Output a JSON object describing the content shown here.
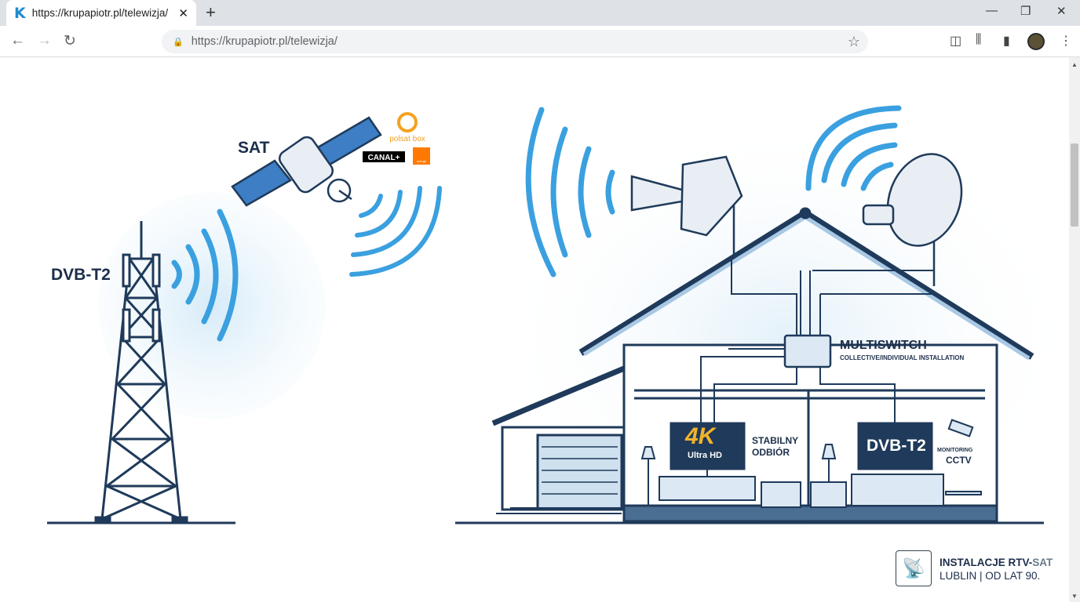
{
  "browser": {
    "tab_title": "https://krupapiotr.pl/telewizja/",
    "tab_favicon": "K",
    "url": "https://krupapiotr.pl/telewizja/",
    "icons": [
      "back-icon",
      "forward-icon",
      "reload-icon",
      "lock-icon",
      "star-icon",
      "pocket-icon",
      "library-icon",
      "sidebar-icon",
      "avatar",
      "menu-icon"
    ]
  },
  "illustration": {
    "dvbt2": "DVB-T2",
    "sat": "SAT",
    "logos": {
      "polsat": "polsat box",
      "canal": "CANAL+",
      "orange": "orange"
    },
    "multiswitch_title": "MULTISWITCH",
    "multiswitch_sub": "COLLECTIVE/INDIVIDUAL INSTALLATION",
    "tv_left_big": "4K",
    "tv_left_small": "Ultra HD",
    "stable_1": "STABILNY",
    "stable_2": "ODBIÓR",
    "tv_right": "DVB-T2",
    "monitoring": "MONITORING",
    "cctv": "CCTV"
  },
  "brand": {
    "line1_a": "INSTALACJE RTV-",
    "line1_b": "SAT",
    "line2": "LUBLIN | OD LAT 90."
  },
  "colors": {
    "accent": "#1d8ccf",
    "line": "#1f3a5a",
    "wave": "#3aa0e0"
  }
}
